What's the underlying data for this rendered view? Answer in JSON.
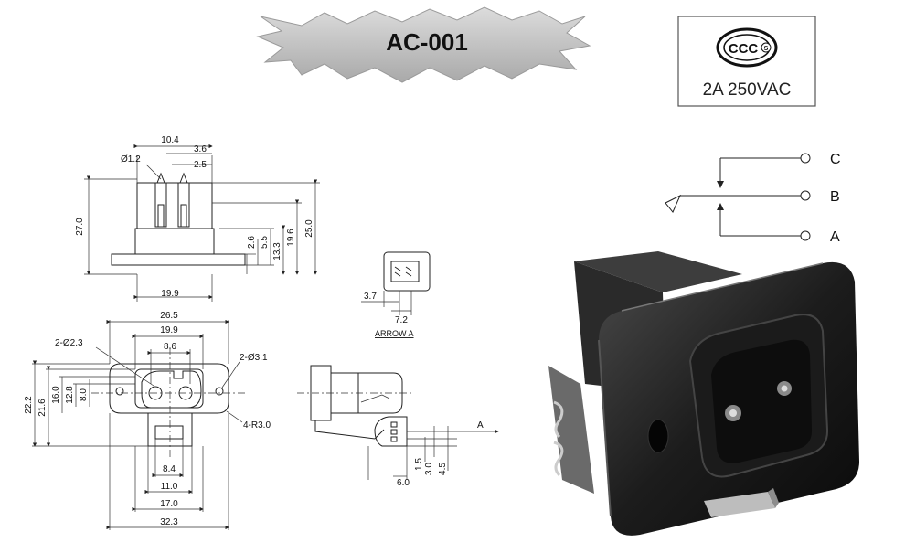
{
  "title": "AC-001",
  "certification": {
    "mark_icon": "ccc-certification-mark",
    "mark_text": "CCC",
    "mark_sub": "S",
    "rating": "2A 250VAC"
  },
  "top_view": {
    "d_width_top": "10.4",
    "d_pin_spacing": "3.6",
    "d_pin_width": "2.5",
    "d_hole": "Ø1.2",
    "d_total_height": "27.0",
    "d_body_height": "25.0",
    "d_pin_len": "19.6",
    "d_flange_mid": "13.3",
    "d_flange": "5.5",
    "d_step": "2.6",
    "d_base_width": "19.9"
  },
  "arrow_view": {
    "d_left": "3.7",
    "d_right": "7.2",
    "label": "ARROW A"
  },
  "front_view": {
    "d_overall": "26.5",
    "d_body": "19.9",
    "d_pins": "8.6",
    "d_mount_hole_left": "2-Ø2.3",
    "d_mount_hole_right": "2-Ø3.1",
    "d_radius": "4-R3.0",
    "d_h_total": "22.2",
    "d_h_body": "21.6",
    "d_h_flange": "16.0",
    "d_h_inner": "12.8",
    "d_h_slot": "8.0",
    "d_tab": "8.4",
    "d_tab_outer": "11.0",
    "d_lower": "17.0",
    "d_full": "32.3"
  },
  "side_view": {
    "d_a": "1.5",
    "d_b": "3.0",
    "d_c": "4.5",
    "d_d": "6.0",
    "arrow_label": "A"
  },
  "schematic": {
    "labels": [
      "C",
      "B",
      "A"
    ]
  },
  "photo": {
    "caption_icon": "ac-socket-photo"
  }
}
